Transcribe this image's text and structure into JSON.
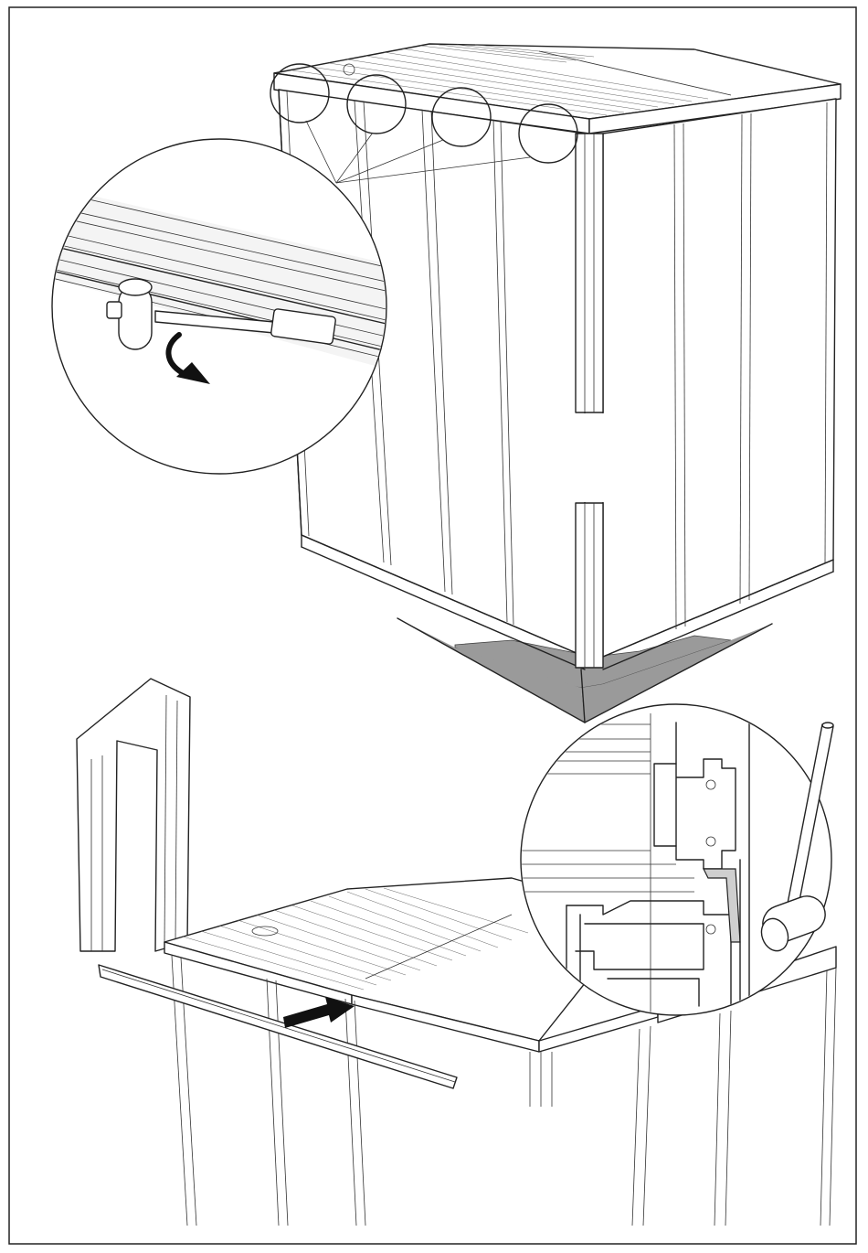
{
  "page": {
    "kind": "assembly-instruction-sheet",
    "frame": "black-border",
    "colors": {
      "line": "#222222",
      "background": "#ffffff",
      "ground": "#9a9a9a",
      "arrow": "#111111"
    }
  },
  "steps": [
    {
      "name": "roof-edge-clip-hammering",
      "icons": [
        "mallet-icon",
        "rotate-down-arrow-icon",
        "magnifier-circle-icon"
      ],
      "callout_count": 4
    },
    {
      "name": "roof-edge-rail-insertion",
      "icons": [
        "mallet-icon",
        "insert-arrow-icon",
        "profile-section-icon"
      ]
    }
  ]
}
